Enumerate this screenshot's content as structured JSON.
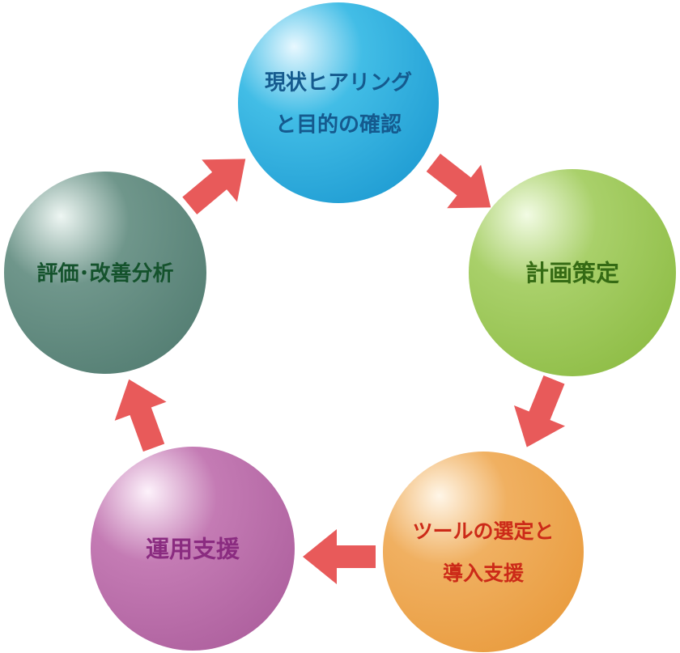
{
  "diagram": {
    "steps": [
      {
        "lines": [
          "現状ヒアリング",
          "と目的の確認"
        ],
        "color_base": "#42bde6",
        "color_light": "#e8f8ff",
        "color_dark": "#1e9bd2",
        "text_color": "#155a8e"
      },
      {
        "lines": [
          "計画策定"
        ],
        "color_base": "#a9d06a",
        "color_light": "#f2fbe4",
        "color_dark": "#8dbc44",
        "text_color": "#356b14"
      },
      {
        "lines": [
          "ツールの選定と",
          "導入支援"
        ],
        "color_base": "#f0b061",
        "color_light": "#fff6e8",
        "color_dark": "#e99b3d",
        "text_color": "#cc2a18"
      },
      {
        "lines": [
          "運用支援"
        ],
        "color_base": "#c47bb4",
        "color_light": "#fdf2fb",
        "color_dark": "#ad5f9d",
        "text_color": "#8a2b80"
      },
      {
        "lines": [
          "評価･改善分析"
        ],
        "color_base": "#6f968b",
        "color_light": "#eef6f3",
        "color_dark": "#537d72",
        "text_color": "#14522c"
      }
    ],
    "arrow_color": "#e85a5a"
  }
}
